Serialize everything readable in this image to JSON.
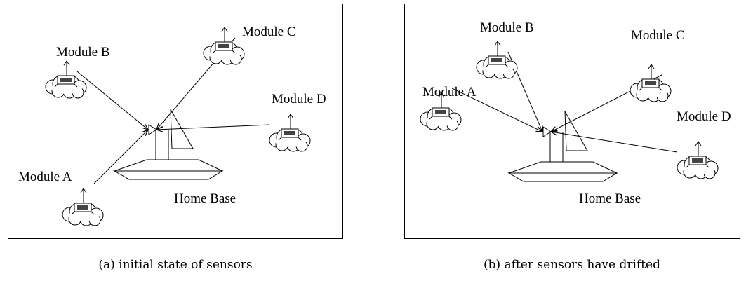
{
  "panels": [
    {
      "id": "a",
      "caption": "(a) initial state of sensors",
      "home_base_label": "Home Base",
      "modules": [
        {
          "label": "Module A"
        },
        {
          "label": "Module B"
        },
        {
          "label": "Module C"
        },
        {
          "label": "Module D"
        }
      ]
    },
    {
      "id": "b",
      "caption": "(b) after sensors have drifted",
      "home_base_label": "Home Base",
      "modules": [
        {
          "label": "Module A"
        },
        {
          "label": "Module B"
        },
        {
          "label": "Module C"
        },
        {
          "label": "Module D"
        }
      ]
    }
  ]
}
